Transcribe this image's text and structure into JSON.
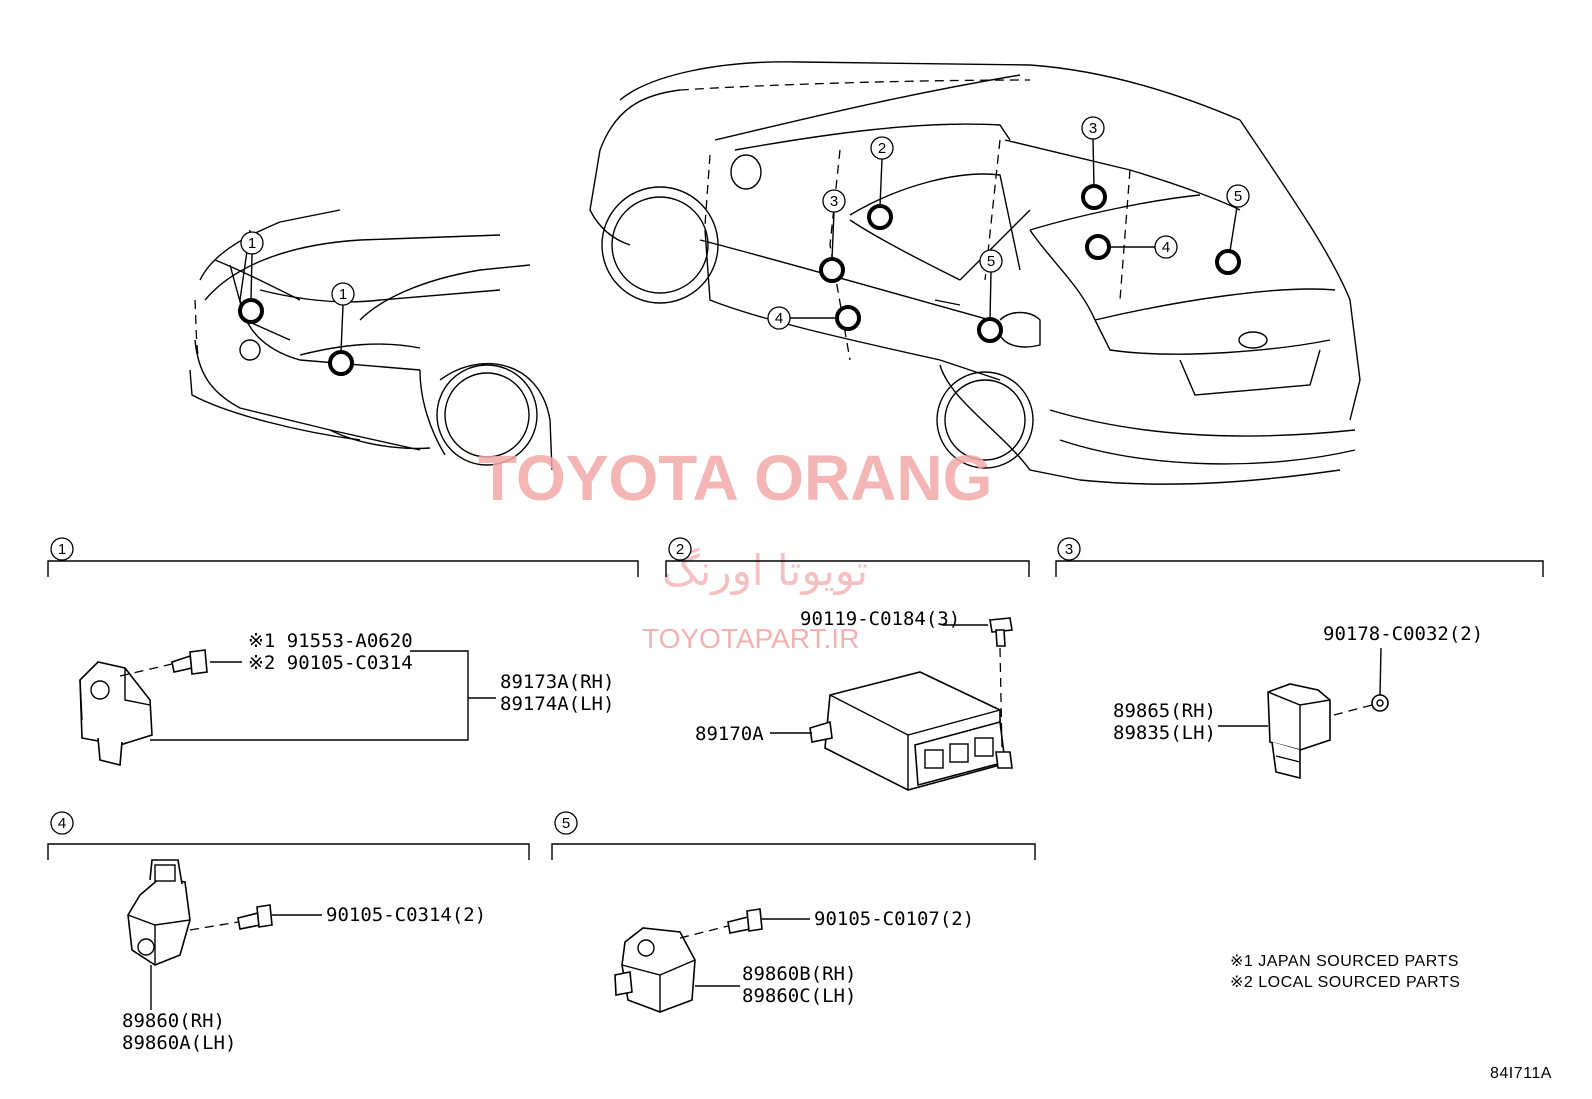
{
  "watermark": {
    "latin": "TOYOTA ORANG",
    "persian": "تویوتا اورنگ",
    "site": "TOYOTAPART.IR"
  },
  "callouts": [
    "1",
    "2",
    "3",
    "4",
    "5"
  ],
  "sections": [
    {
      "id": "1",
      "fastener_notes": [
        "※1 91553-A0620",
        "※2 90105-C0314"
      ],
      "part_numbers": [
        "89173A(RH)",
        "89174A(LH)"
      ]
    },
    {
      "id": "2",
      "fastener": "90119-C0184(3)",
      "part_number": "89170A"
    },
    {
      "id": "3",
      "fastener": "90178-C0032(2)",
      "part_numbers": [
        "89865(RH)",
        "89835(LH)"
      ]
    },
    {
      "id": "4",
      "fastener": "90105-C0314(2)",
      "part_numbers": [
        "89860(RH)",
        "89860A(LH)"
      ]
    },
    {
      "id": "5",
      "fastener": "90105-C0107(2)",
      "part_numbers": [
        "89860B(RH)",
        "89860C(LH)"
      ]
    }
  ],
  "legend": [
    "※1 JAPAN SOURCED PARTS",
    "※2 LOCAL SOURCED PARTS"
  ],
  "figure_code": "84I711A"
}
